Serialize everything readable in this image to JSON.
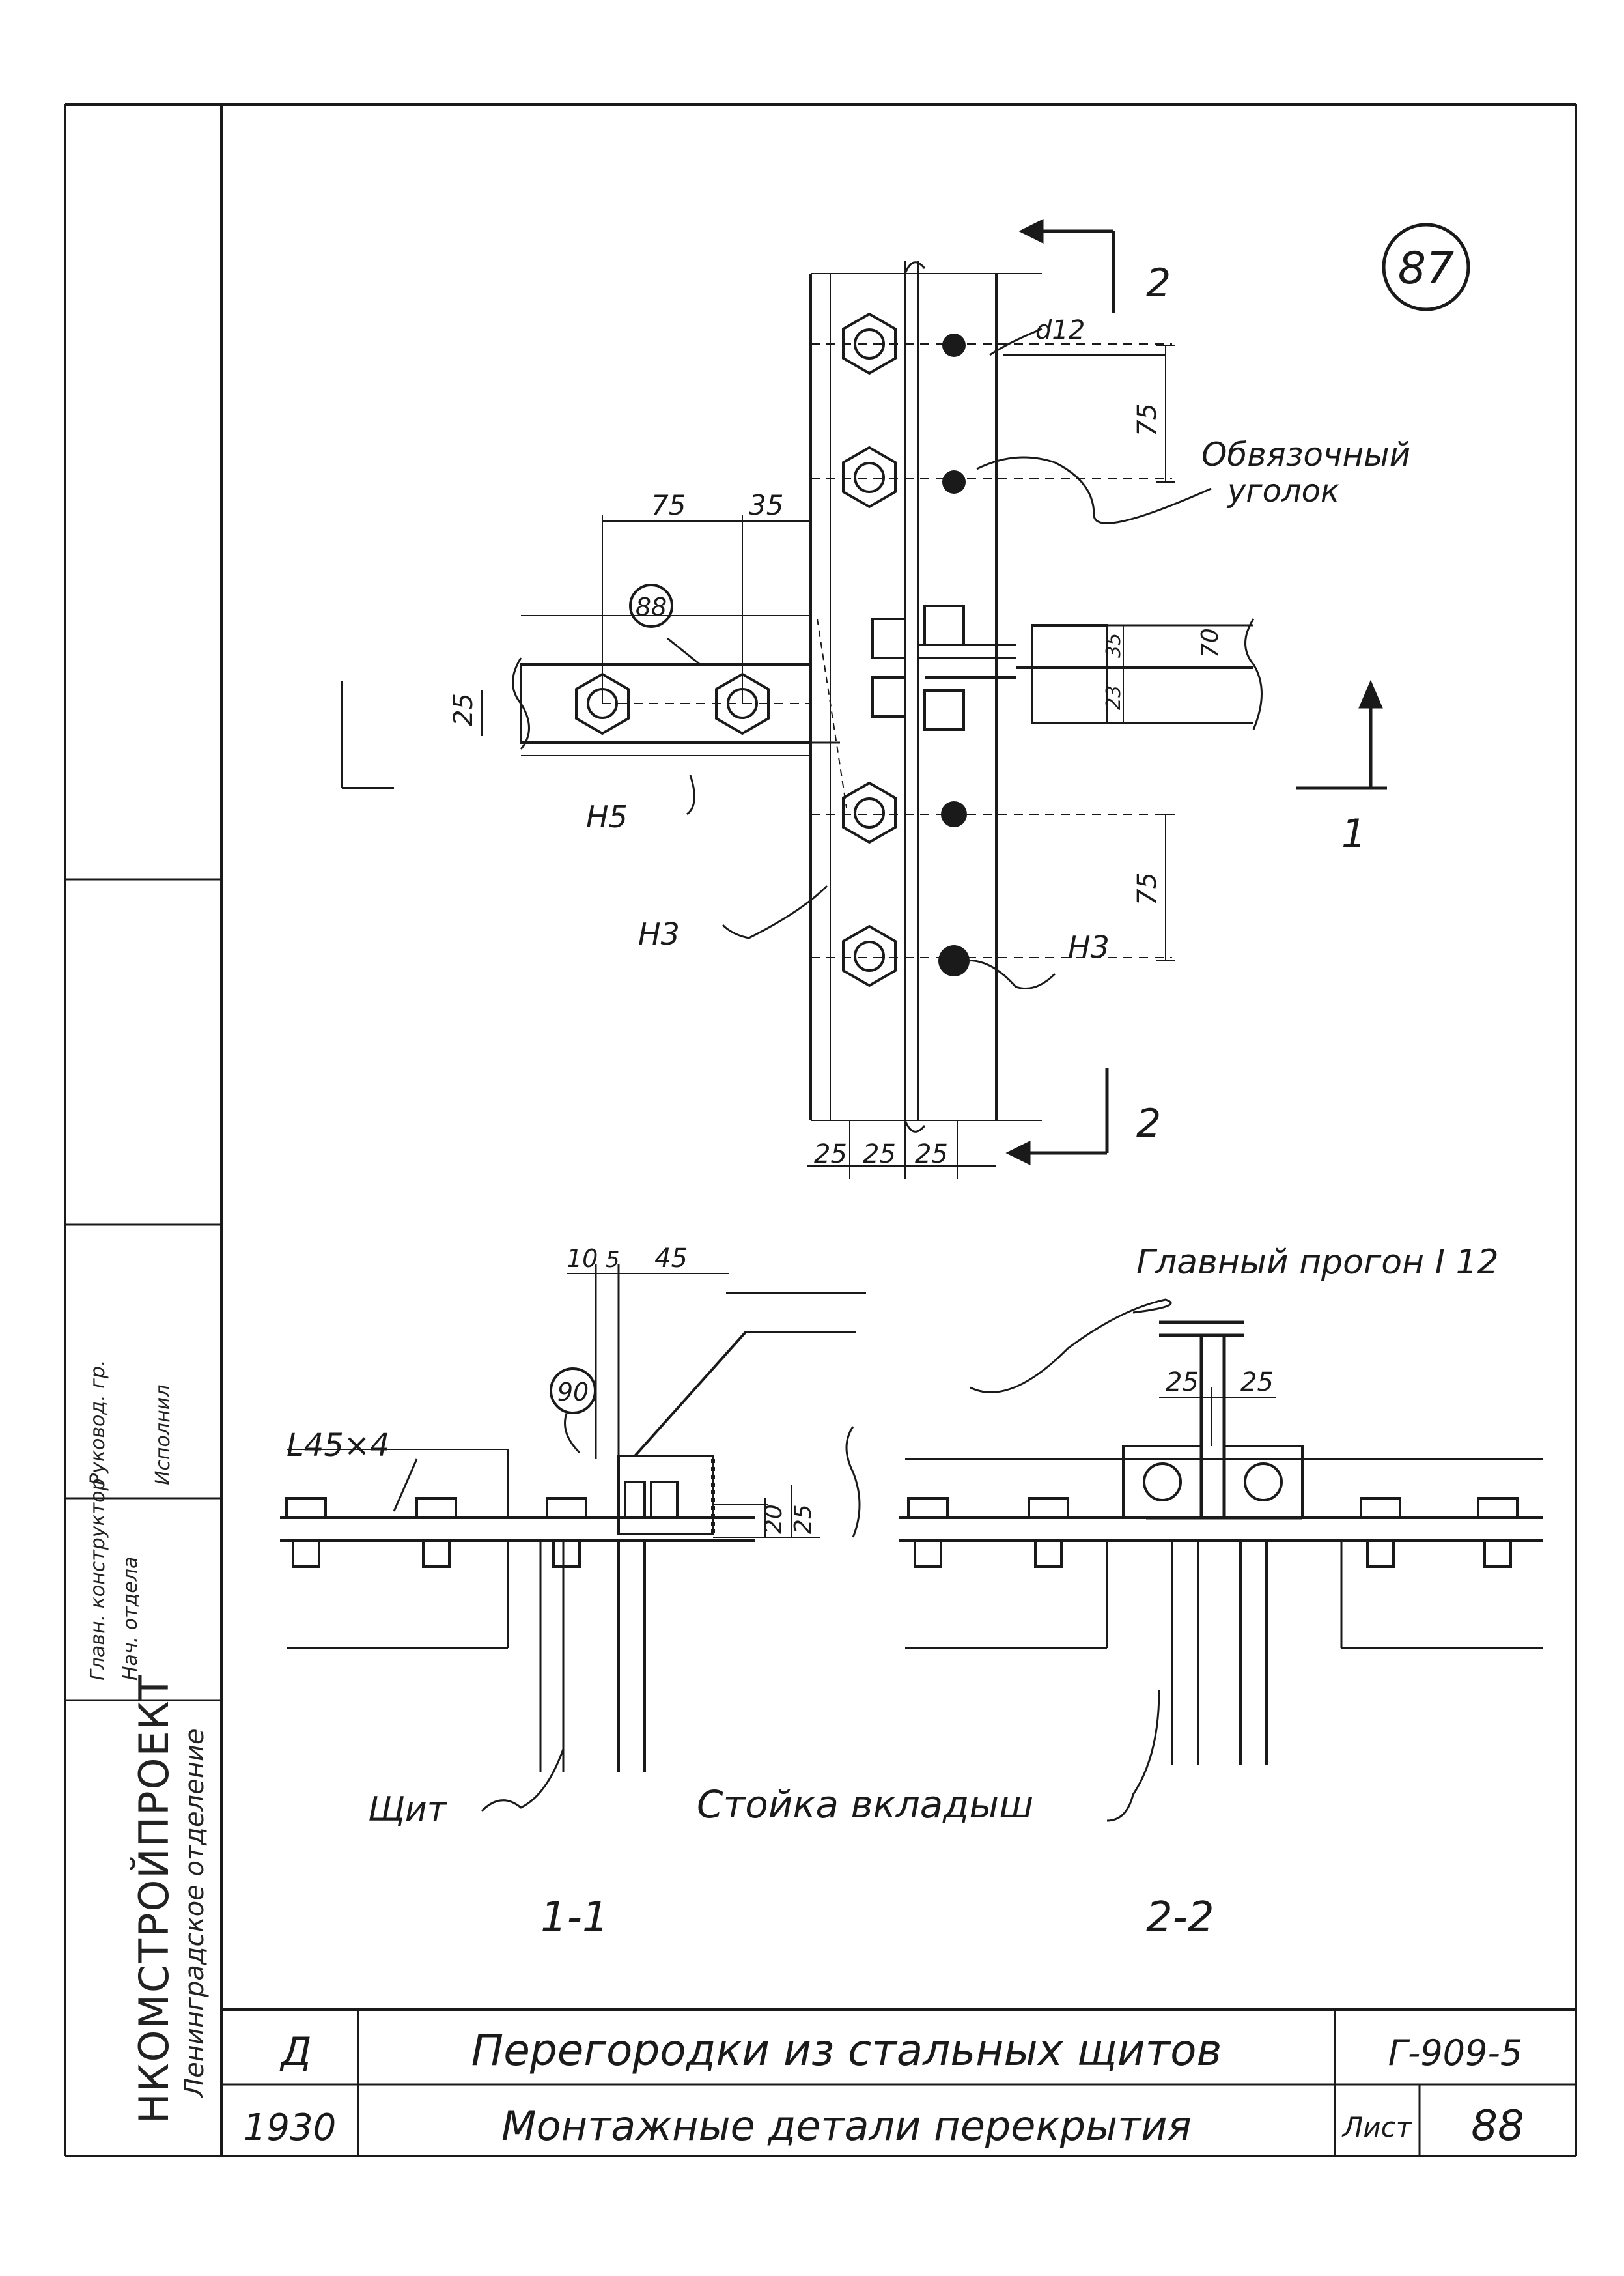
{
  "drawing": {
    "sheet_mark": "87",
    "sections": {
      "section_2_top": "2",
      "section_2_bottom": "2",
      "section_1": "1",
      "caption_1_1": "1-1",
      "caption_2_2": "2-2"
    },
    "dimensions": {
      "d12": "d12",
      "d75_top": "75",
      "d75_bottom": "75",
      "d75_left": "75",
      "d35": "35",
      "d70": "70",
      "d35_small": "35",
      "d23": "23",
      "d25_left": "25",
      "d25_a": "25",
      "d25_b": "25",
      "d25_c": "25",
      "d10": "10",
      "d5": "5",
      "d45": "45",
      "d20": "20",
      "d25_sec": "25",
      "d25_s2a": "25",
      "d25_s2b": "25"
    },
    "callouts": {
      "c88": "88",
      "c90": "90"
    },
    "labels": {
      "obvyazochny": "Обвязочный",
      "ugolok": "уголок",
      "h5": "Н5",
      "h3_left": "Н3",
      "h3_right": "Н3",
      "angle": "L45×4",
      "glavny_progon": "Главный прогон I 12",
      "shchit": "Щит",
      "stoyka": "Стойка вкладыш"
    }
  },
  "title_block": {
    "stage": "Д",
    "year": "1930",
    "title_line1": "Перегородки из стальных щитов",
    "title_line2": "Монтажные детали перекрытия",
    "doc_code": "Г-909-5",
    "sheet_label": "Лист",
    "sheet_number": "88"
  },
  "stamp": {
    "org": "НКОМСТРОЙПРОЕКТ",
    "org_sub": "Ленинградское отделение",
    "line1": "Главн. конструктор",
    "line2": "Нач. отдела",
    "line3": "Руковод. гр.",
    "line4": "Исполнил"
  }
}
